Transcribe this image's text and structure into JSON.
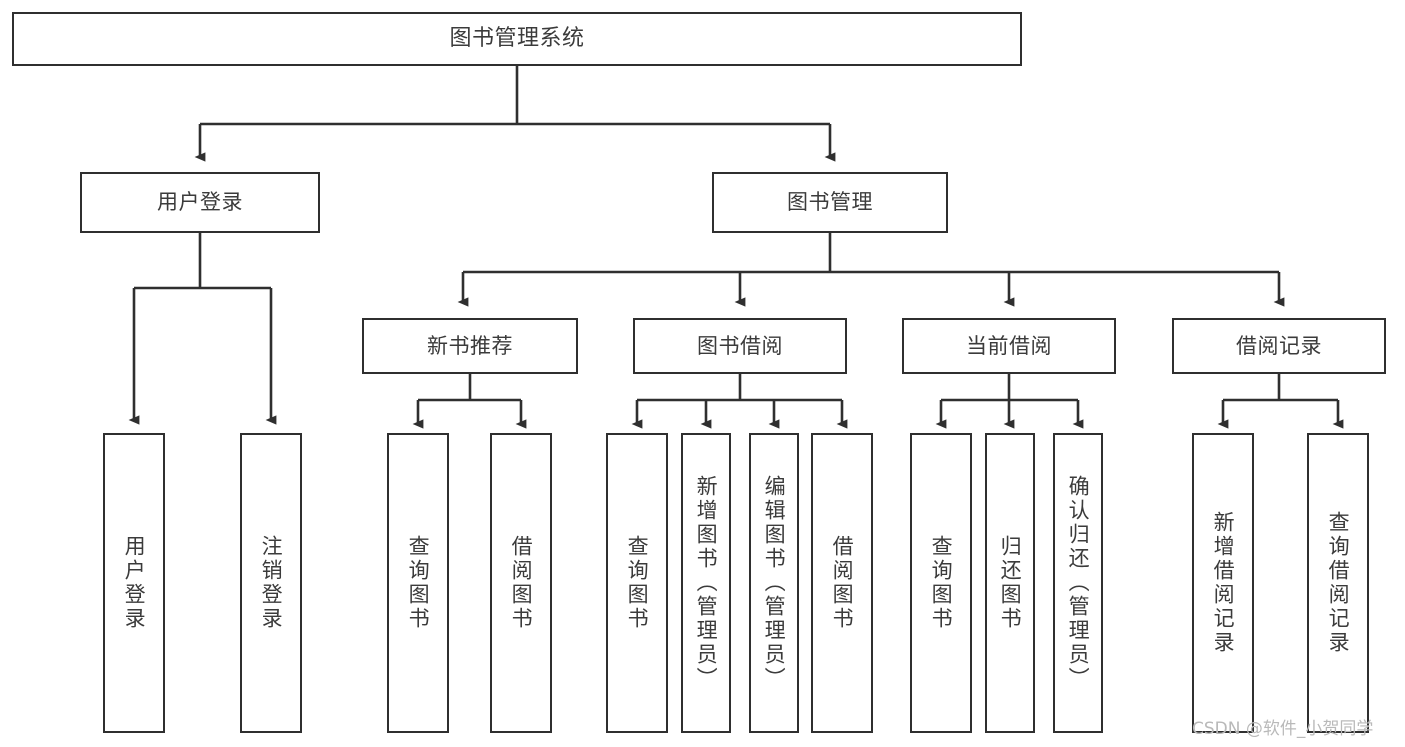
{
  "diagram": {
    "title": "图书管理系统",
    "type": "tree",
    "orientation": "top-down",
    "colors": {
      "background": "#ffffff",
      "box_border": "#2f2f2f",
      "box_fill": "#ffffff",
      "text": "#3b3b3b",
      "connector": "#2f2f2f",
      "watermark": "#b9b9b9"
    },
    "root": {
      "label": "图书管理系统"
    },
    "level2": [
      {
        "label": "用户登录"
      },
      {
        "label": "图书管理"
      }
    ],
    "level3": [
      {
        "label": "新书推荐"
      },
      {
        "label": "图书借阅"
      },
      {
        "label": "当前借阅"
      },
      {
        "label": "借阅记录"
      }
    ],
    "leaves": {
      "user_login": [
        {
          "label": "用户登录"
        },
        {
          "label": "注销登录"
        }
      ],
      "new_books": [
        {
          "label": "查询图书"
        },
        {
          "label": "借阅图书"
        }
      ],
      "book_borrow": [
        {
          "label": "查询图书"
        },
        {
          "label": "新增图书（管理员）"
        },
        {
          "label": "编辑图书（管理员）"
        },
        {
          "label": "借阅图书"
        }
      ],
      "current_borrow": [
        {
          "label": "查询图书"
        },
        {
          "label": "归还图书"
        },
        {
          "label": "确认归还（管理员）"
        }
      ],
      "borrow_records": [
        {
          "label": "新增借阅记录"
        },
        {
          "label": "查询借阅记录"
        }
      ]
    }
  },
  "watermark": {
    "text": "CSDN @软件_小贺同学"
  }
}
